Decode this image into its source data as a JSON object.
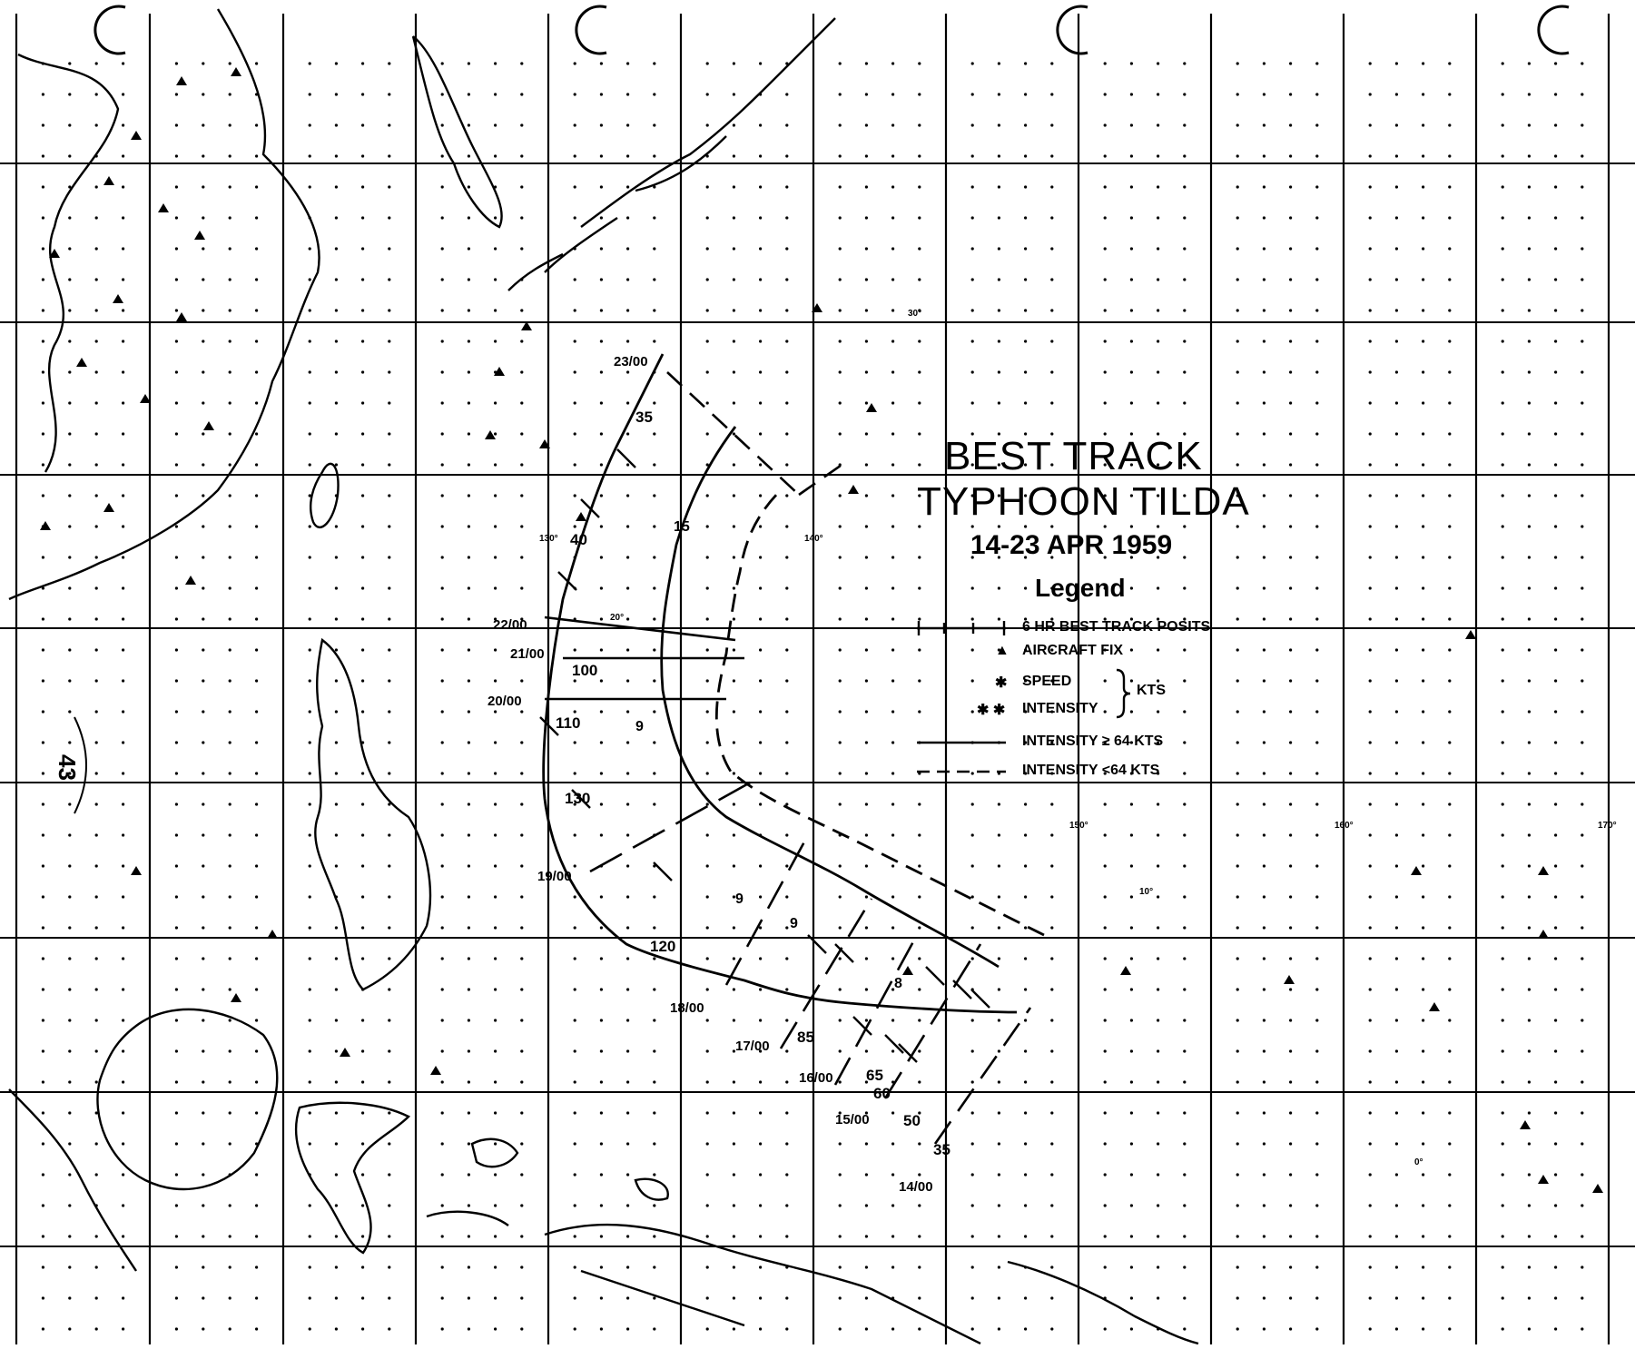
{
  "map": {
    "title_line1": "BEST TRACK",
    "title_line2": "TYPHOON TILDA",
    "title_line3": "14-23 APR 1959",
    "page_number": "43"
  },
  "legend": {
    "title": "Legend",
    "items": [
      {
        "label": "6 HR BEST TRACK POSITS"
      },
      {
        "label": "AIRCRAFT FIX"
      },
      {
        "label": "SPEED"
      },
      {
        "label": "INTENSITY"
      },
      {
        "label": "INTENSITY ≥ 64 KTS"
      },
      {
        "label": "INTENSITY <64 KTS"
      }
    ],
    "kts_label": "KTS",
    "aircraft_symbol": "▲",
    "speed_symbol": "✱",
    "intensity_symbol": "✱ ✱"
  },
  "track": {
    "dates": [
      {
        "label": "23/00"
      },
      {
        "label": "22/00"
      },
      {
        "label": "21/00"
      },
      {
        "label": "20/00"
      },
      {
        "label": "19/00"
      },
      {
        "label": "18/00"
      },
      {
        "label": "17/00"
      },
      {
        "label": "16/00"
      },
      {
        "label": "15/00"
      },
      {
        "label": "14/00"
      }
    ],
    "intensities": [
      {
        "label": "35"
      },
      {
        "label": "40"
      },
      {
        "label": "100"
      },
      {
        "label": "110"
      },
      {
        "label": "130"
      },
      {
        "label": "120"
      },
      {
        "label": "85"
      },
      {
        "label": "65"
      },
      {
        "label": "60"
      },
      {
        "label": "50"
      },
      {
        "label": "35"
      }
    ],
    "speeds": [
      {
        "label": "15"
      },
      {
        "label": "9"
      },
      {
        "label": "9"
      },
      {
        "label": "9"
      },
      {
        "label": "8"
      }
    ]
  },
  "longitude_labels": [
    "130°",
    "140°",
    "150°",
    "160°",
    "170°"
  ],
  "latitude_labels": [
    "30°",
    "20°",
    "10°",
    "0°"
  ]
}
